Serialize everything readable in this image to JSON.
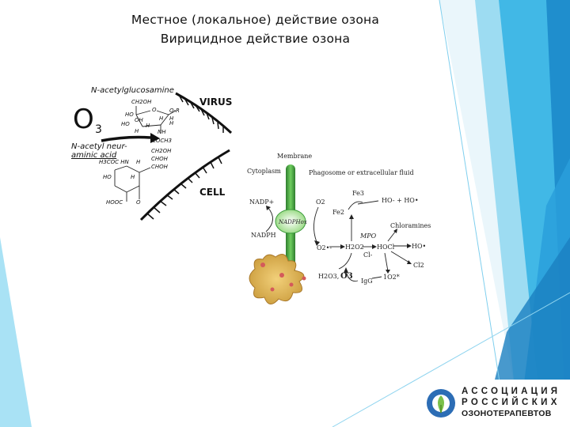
{
  "slide": {
    "title_line1": "Местное (локальное) действие озона",
    "title_line2": "Вирицидное действие озона"
  },
  "left_figure": {
    "ozone_symbol": "O",
    "ozone_subscript": "3",
    "sugar1_name": "N-acetylglucosamine",
    "sugar2_name_line1": "N-acetyl neur-",
    "sugar2_name_line2": "aminic acid",
    "virus_label": "VIRUS",
    "cell_label": "CELL",
    "ring1_groups": [
      "CH2OH",
      "O",
      "O-R",
      "HO",
      "OH",
      "H",
      "H",
      "HO",
      "H",
      "H",
      "H",
      "NH",
      "COCH3"
    ],
    "ring2_groups": [
      "CH2OH",
      "CHOH",
      "CHOH",
      "H3COC HN",
      "H",
      "HO",
      "H",
      "HOOC",
      "O"
    ]
  },
  "right_figure": {
    "membrane": "Membrane",
    "cytoplasm": "Cytoplasm",
    "phagosome": "Phagosome or extracellular fluid",
    "nadp_plus": "NADP+",
    "nadph": "NADPH",
    "nadph_ox": "NADPHox",
    "o2": "O2",
    "fe3": "Fe3",
    "fe2": "Fe2",
    "ho_minus": "HO- + HO•",
    "chloramines": "Chloramines",
    "mpo": "MPO",
    "o2_radical": "O2•-",
    "h2o2": "H2O2",
    "hocl": "HOCl",
    "ho_radical": "HO•",
    "cl_minus": "Cl-",
    "cl2": "Cl2",
    "o2_singlet": "1O2*",
    "igg": "IgG",
    "h2o3": "H2O3,",
    "o3": "O3"
  },
  "logo": {
    "line1": "АССОЦИАЦИЯ",
    "line2": "РОССИЙСКИХ",
    "line3": "ОЗОНОТЕРАПЕВТОВ"
  },
  "colors": {
    "accent_light": "#7ed3f0",
    "accent_mid": "#2fb4e6",
    "accent_dark": "#1d86c8",
    "membrane_green": "#3a9a3a",
    "logo_blue": "#2c6db5",
    "logo_green": "#7ac04a"
  }
}
